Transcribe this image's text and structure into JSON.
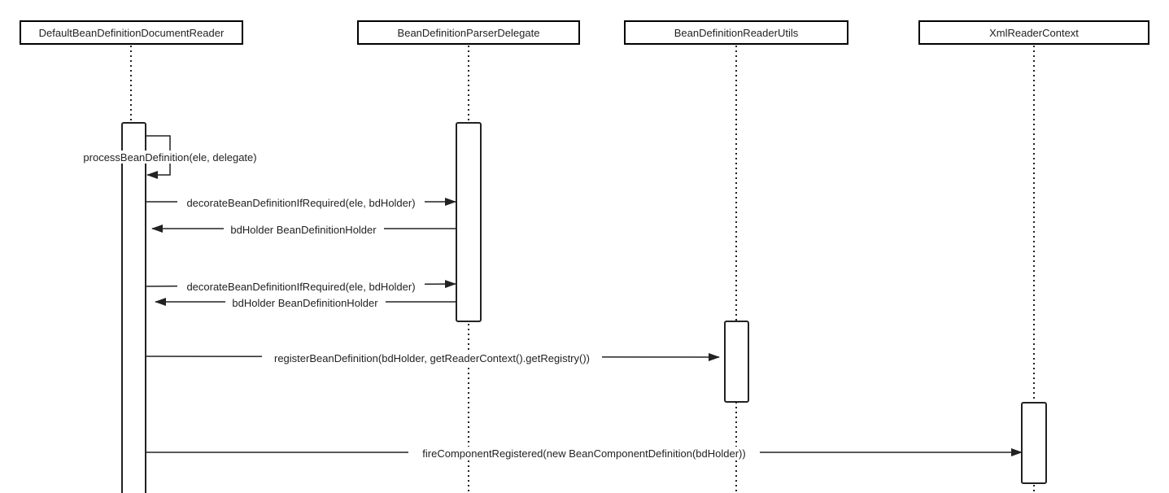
{
  "participants": [
    {
      "id": "dbdr",
      "label": "DefaultBeanDefinitionDocumentReader"
    },
    {
      "id": "bdpd",
      "label": "BeanDefinitionParserDelegate"
    },
    {
      "id": "bdru",
      "label": "BeanDefinitionReaderUtils"
    },
    {
      "id": "xrc",
      "label": "XmlReaderContext"
    }
  ],
  "messages": [
    {
      "id": "m1",
      "from": "dbdr",
      "to": "dbdr",
      "kind": "self",
      "label": "processBeanDefinition(ele, delegate)"
    },
    {
      "id": "m2",
      "from": "dbdr",
      "to": "bdpd",
      "kind": "call",
      "label": "decorateBeanDefinitionIfRequired(ele, bdHolder)"
    },
    {
      "id": "m3",
      "from": "bdpd",
      "to": "dbdr",
      "kind": "return",
      "label": "bdHolder BeanDefinitionHolder"
    },
    {
      "id": "m4",
      "from": "dbdr",
      "to": "bdpd",
      "kind": "call",
      "label": "decorateBeanDefinitionIfRequired(ele, bdHolder)"
    },
    {
      "id": "m5",
      "from": "bdpd",
      "to": "dbdr",
      "kind": "return",
      "label": "bdHolder BeanDefinitionHolder"
    },
    {
      "id": "m6",
      "from": "dbdr",
      "to": "bdru",
      "kind": "call",
      "label": "registerBeanDefinition(bdHolder, getReaderContext().getRegistry())"
    },
    {
      "id": "m7",
      "from": "dbdr",
      "to": "xrc",
      "kind": "call",
      "label": "fireComponentRegistered(new BeanComponentDefinition(bdHolder))"
    }
  ],
  "colors": {
    "line": "#222222",
    "box_border": "#000000",
    "background": "#ffffff"
  }
}
